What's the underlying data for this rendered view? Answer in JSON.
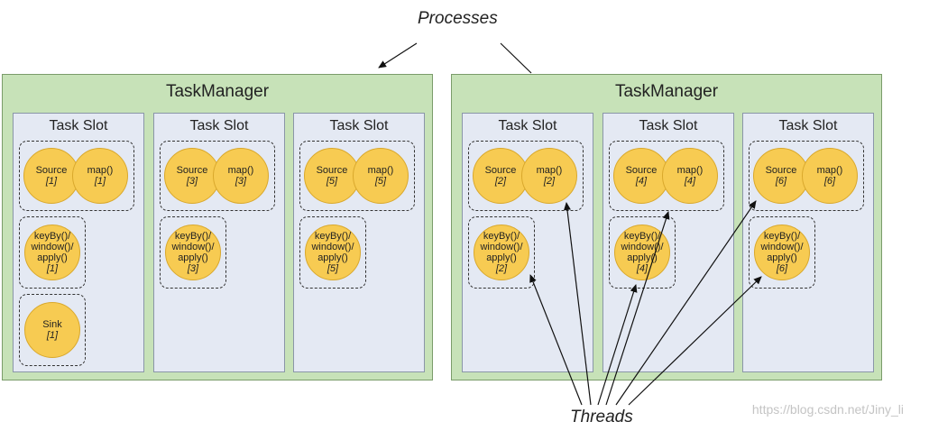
{
  "labels": {
    "processes": "Processes",
    "threads": "Threads",
    "watermark": "https://blog.csdn.net/Jiny_li"
  },
  "task_managers": [
    {
      "title": "TaskManager",
      "slots": [
        {
          "title": "Task Slot",
          "source": "Source",
          "source_idx": "[1]",
          "map": "map()",
          "map_idx": "[1]",
          "keyby_lines": [
            "keyBy()/",
            "window()/",
            "apply()"
          ],
          "keyby_idx": "[1]",
          "has_sink": true,
          "sink": "Sink",
          "sink_idx": "[1]"
        },
        {
          "title": "Task Slot",
          "source": "Source",
          "source_idx": "[3]",
          "map": "map()",
          "map_idx": "[3]",
          "keyby_lines": [
            "keyBy()/",
            "window()/",
            "apply()"
          ],
          "keyby_idx": "[3]",
          "has_sink": false
        },
        {
          "title": "Task Slot",
          "source": "Source",
          "source_idx": "[5]",
          "map": "map()",
          "map_idx": "[5]",
          "keyby_lines": [
            "keyBy()/",
            "window()/",
            "apply()"
          ],
          "keyby_idx": "[5]",
          "has_sink": false
        }
      ]
    },
    {
      "title": "TaskManager",
      "slots": [
        {
          "title": "Task Slot",
          "source": "Source",
          "source_idx": "[2]",
          "map": "map()",
          "map_idx": "[2]",
          "keyby_lines": [
            "keyBy()/",
            "window()/",
            "apply()"
          ],
          "keyby_idx": "[2]",
          "has_sink": false
        },
        {
          "title": "Task Slot",
          "source": "Source",
          "source_idx": "[4]",
          "map": "map()",
          "map_idx": "[4]",
          "keyby_lines": [
            "keyBy()/",
            "window()/",
            "apply()"
          ],
          "keyby_idx": "[4]",
          "has_sink": false
        },
        {
          "title": "Task Slot",
          "source": "Source",
          "source_idx": "[6]",
          "map": "map()",
          "map_idx": "[6]",
          "keyby_lines": [
            "keyBy()/",
            "window()/",
            "apply()"
          ],
          "keyby_idx": "[6]",
          "has_sink": false
        }
      ]
    }
  ],
  "colors": {
    "taskmanager_bg": "#c7e2b8",
    "slot_bg": "#e4e9f3",
    "operator_fill": "#f7cb52"
  }
}
